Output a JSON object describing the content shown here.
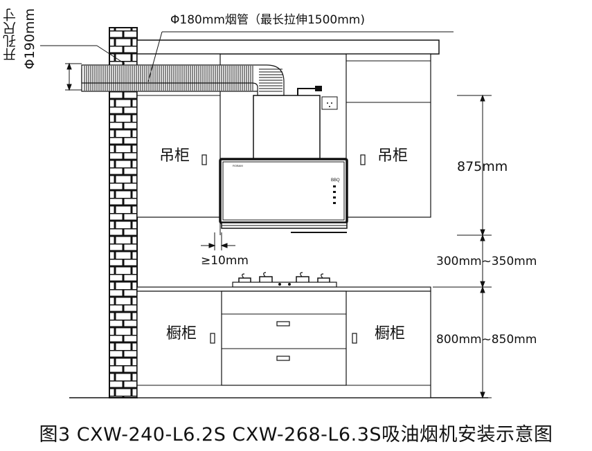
{
  "labels": {
    "duct_note": "Φ180mm烟管（最长拉伸1500mm)",
    "hole_size_title": "开孔尺寸",
    "hole_size_value": "Φ190mm",
    "wall_cabinet_left": "吊柜",
    "wall_cabinet_right": "吊柜",
    "base_cabinet_left": "橱柜",
    "base_cabinet_right": "橱柜",
    "dim_upper": "875mm",
    "dim_gap": "300mm~350mm",
    "dim_base": "800mm~850mm",
    "min_clearance": "≥10mm",
    "hood_brand": "ROBAM",
    "panel_logo": "BBQ"
  },
  "caption": "图3 CXW-240-L6.2S  CXW-268-L6.3S吸油烟机安装示意图",
  "icons": [
    "brick-wall",
    "flexible-duct",
    "power-socket",
    "gas-stove",
    "drawer-handle",
    "cabinet-door-handle"
  ]
}
